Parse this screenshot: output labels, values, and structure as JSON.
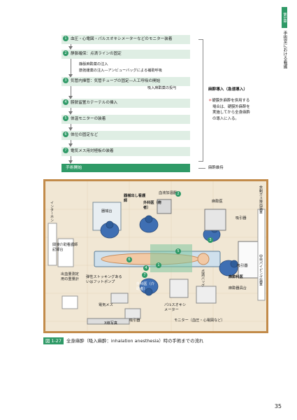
{
  "side_tab": {
    "number": "第1章",
    "title": "手術室における看護"
  },
  "flow_steps": [
    {
      "num": "1",
      "label": "血圧・心電図・パルスオキシメーターなどのモニター装着"
    },
    {
      "num": "2",
      "label": "静脈確保：点滴ラインの固定"
    },
    {
      "num": "3",
      "label": "気管内挿管：気管チューブの固定―人工呼吸の開始"
    },
    {
      "num": "4",
      "label": "膀胱留置カテーテルの挿入"
    },
    {
      "num": "5",
      "label": "体温モニターの装着"
    },
    {
      "num": "6",
      "label": "体位の固定など"
    },
    {
      "num": "7",
      "label": "電気メス用対極板の装着"
    }
  ],
  "step2_details": [
    "静脈麻酔薬の注入",
    "筋弛緩薬の注入―アンビューバッグによる補助呼吸"
  ],
  "step3_detail": "吸入麻酔薬の投与",
  "surgery_start": "手術開始",
  "anesthesia_induction": {
    "title": "麻酔導入（急速導入）",
    "note_mark": "＊",
    "note_lines": [
      "硬膜外麻酔を併用する",
      "場合は、硬膜外麻酔を",
      "実施してから全身麻酔",
      "の導入に入る。"
    ]
  },
  "anesthesia_maintenance": "麻酔維持",
  "illustration_labels": {
    "tool_assistant": "器械出し看護師",
    "surgeon": "外科医（術者）",
    "instrument_table": "器械台",
    "blood_warmer": "血液加温器",
    "anesthesiologist": "麻酔医",
    "suction1": "吸引器",
    "suction2": "吸引器",
    "suction3": "吸引器",
    "anesth_gas": "余剰ガス排出装置",
    "central_piping": "中央パイピング装置",
    "intercom": "インターホン",
    "nurse_record": "間接介助看護師記録台",
    "blood_loss": "出血量測定用の重量計",
    "stocking": "弾性ストッキングあるいはフットポンプ",
    "assistant": "外科医（介助者）",
    "esu": "電気メス",
    "pulse_ox": "パルスオキシメーター",
    "monitor": "モニター（血圧・心電図など）",
    "xray": "X線写真",
    "bag": "点滴バッグ",
    "anesth_doc": "麻酔科医",
    "anesth_table": "麻酔器具台"
  },
  "figure_caption": {
    "tag": "図 1-27",
    "text": "全身麻酔（吸入麻酔：inhalation anesthesia）時の手術までの流れ"
  },
  "page_number": "35",
  "colors": {
    "accent": "#2f9a67",
    "step_bg": "#dfeee4",
    "room_border": "#c28b4a"
  }
}
